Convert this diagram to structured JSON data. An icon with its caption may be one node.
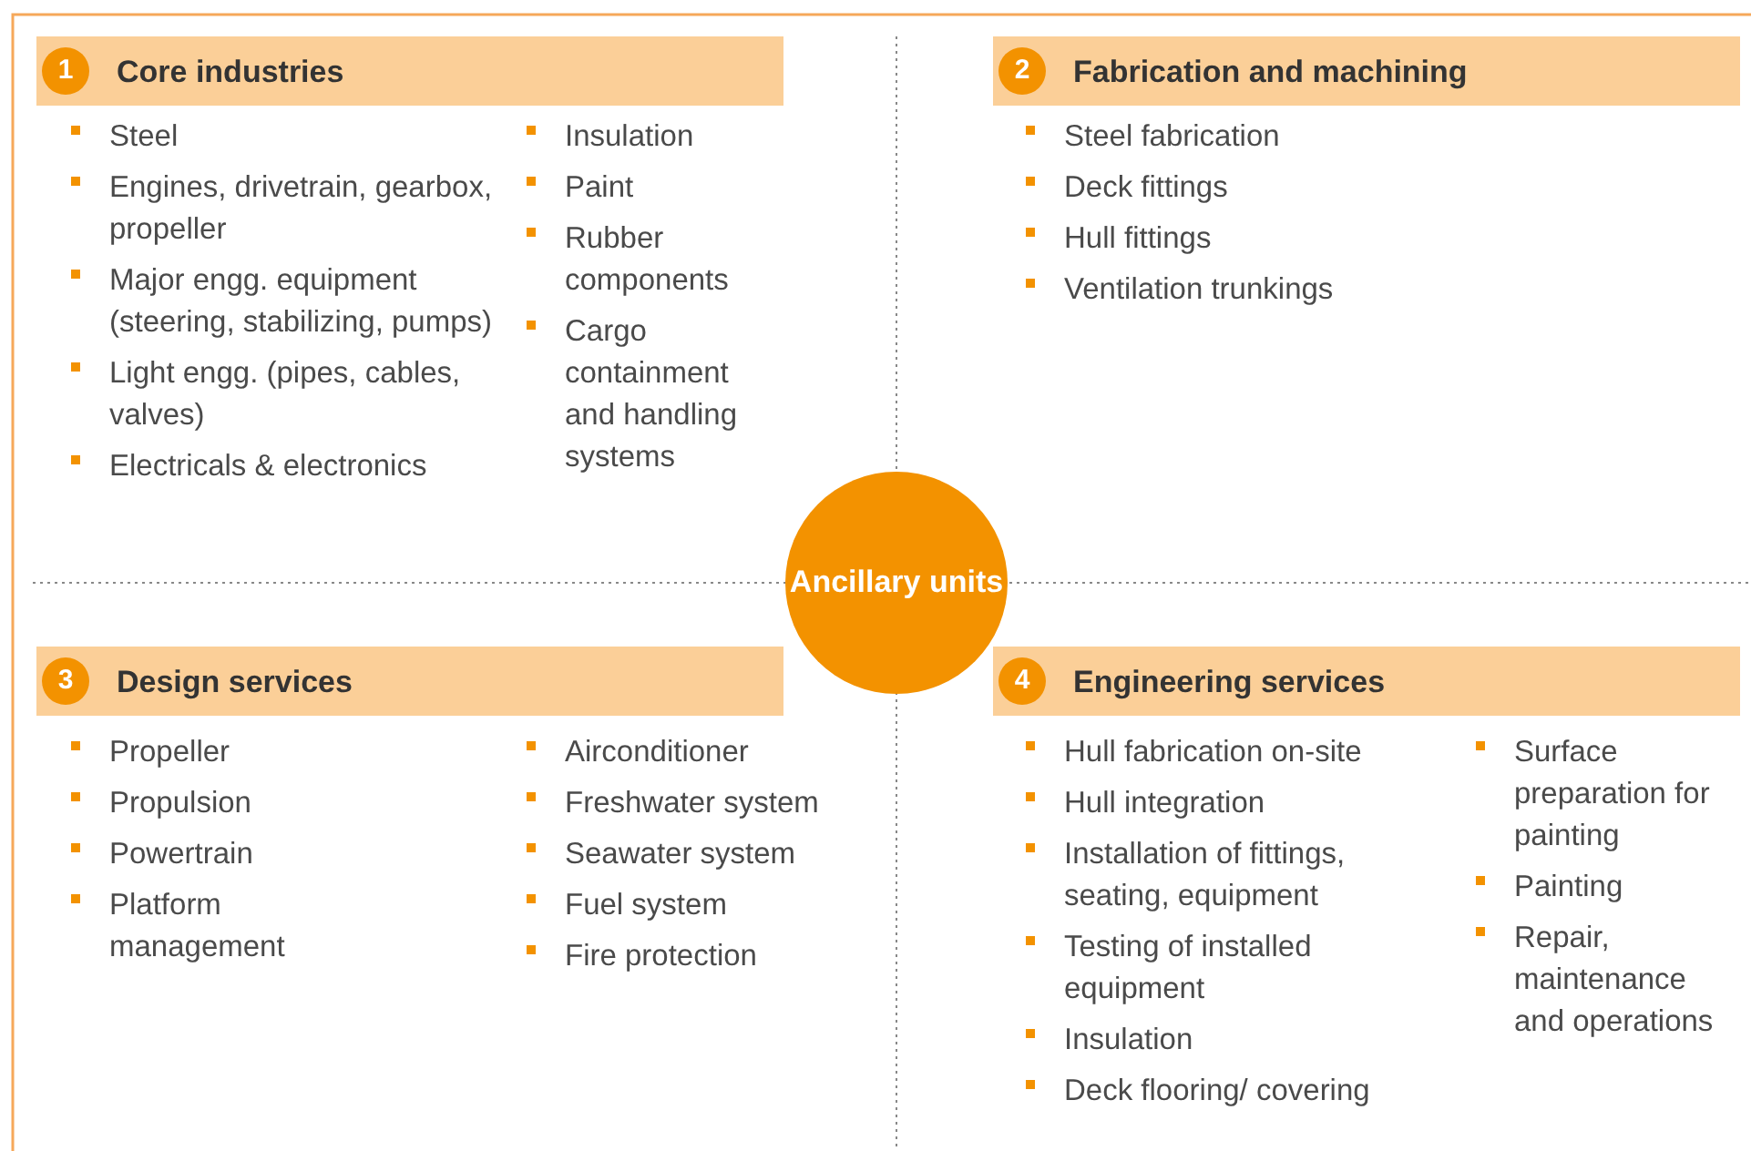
{
  "diagram": {
    "nodes": [
      {
        "text": [
          "Core industries"
        ]
      },
      {
        "text": [
          "1"
        ],
        "in": 0
      },
      {
        "text": [
          "Fabrication and machining"
        ]
      },
      {
        "text": [
          "2"
        ],
        "in": 2
      },
      {
        "text": [
          "Ancillary units"
        ]
      },
      {
        "text": [
          "Design services"
        ]
      },
      {
        "text": [
          "3"
        ],
        "in": 5
      },
      {
        "text": [
          "Engineering services"
        ]
      },
      {
        "text": [
          "4"
        ],
        "in": 7
      }
    ],
    "labels": [
      "Steel",
      "Engines, drivetrain, gearbox, propeller",
      "Major engg. equipment (steering, stabilizing, pumps)",
      "Light engg. (pipes, cables, valves)",
      "Electricals & electronics",
      "Insulation",
      "Paint",
      "Rubber components",
      "Cargo containment and handling systems",
      "Steel fabrication",
      "Deck fittings",
      "Hull fittings",
      "Ventilation trunkings",
      "Propeller",
      "Propulsion",
      "Powertrain",
      "Platform management",
      "Airconditioner",
      "Freshwater system",
      "Seawater system",
      "Fuel system",
      "Fire protection",
      "Hull fabrication on-site",
      "Hull integration",
      "Installation of fittings, seating, equipment",
      "Testing of installed equipment",
      "Insulation",
      "Deck flooring/ covering",
      "Surface preparation for painting",
      "Painting",
      "Repair, maintenance and operations"
    ]
  }
}
